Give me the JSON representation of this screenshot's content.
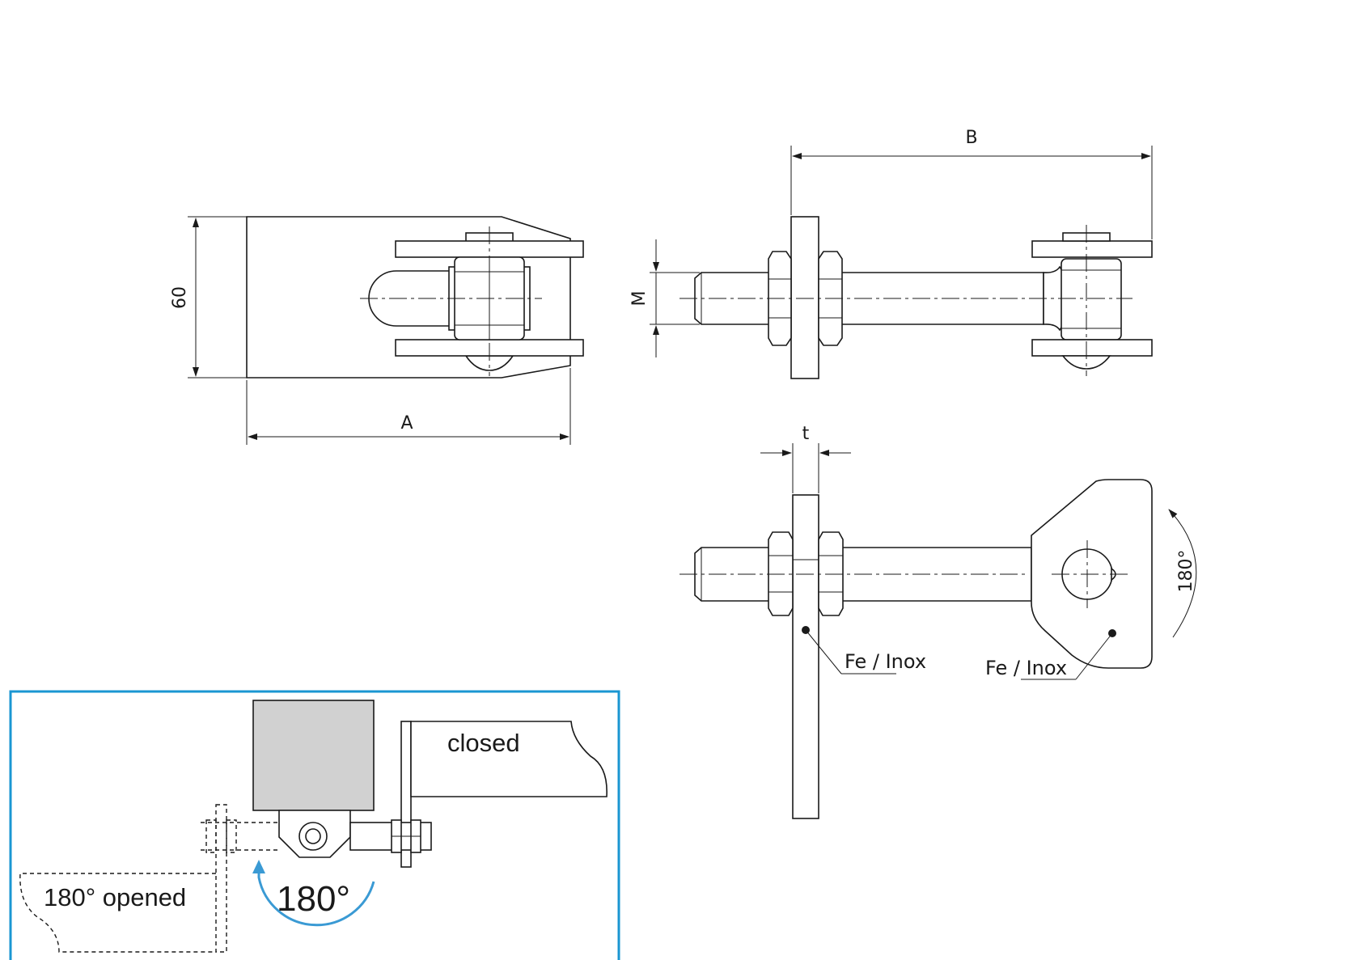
{
  "dimensions": {
    "a": "A",
    "b": "B",
    "height": "60",
    "m": "M",
    "t": "t",
    "rotation": "180°"
  },
  "materials": {
    "plate": "Fe / Inox",
    "head": "Fe / Inox"
  },
  "inset": {
    "closed_label": "closed",
    "opened_label": "180° opened",
    "angle_label": "180°"
  },
  "colors": {
    "frame": "#1a96d2",
    "accent": "#3a9ad4",
    "post_fill": "#d1d1d1",
    "line": "#1a1a1a"
  }
}
